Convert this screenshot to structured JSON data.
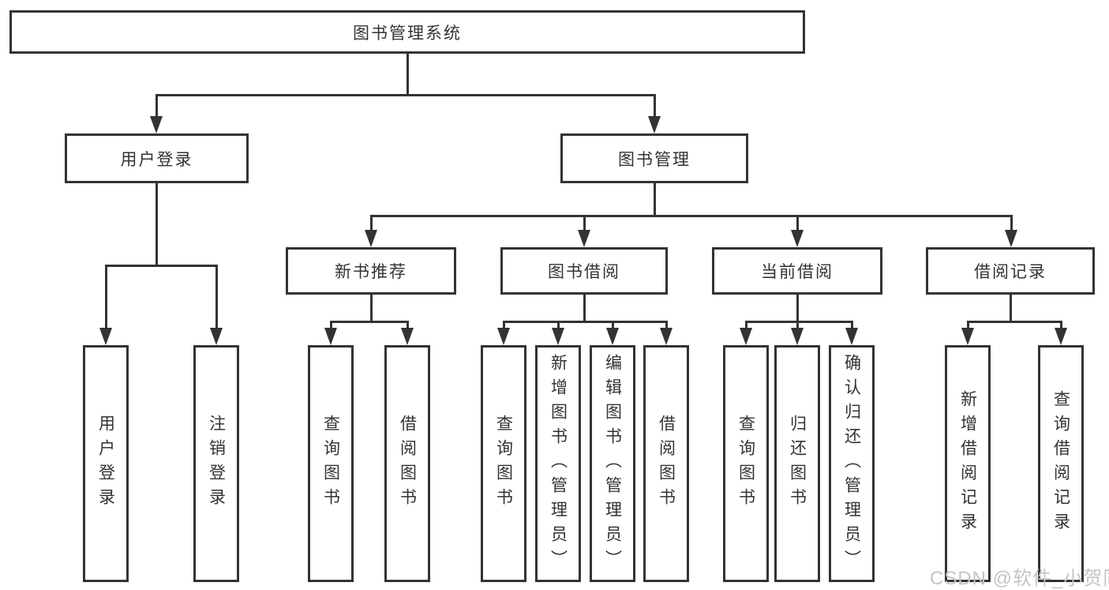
{
  "tree": {
    "root": {
      "label": "图书管理系统"
    },
    "branches": [
      {
        "label": "用户登录",
        "children": [
          {
            "label": "用户登录"
          },
          {
            "label": "注销登录"
          }
        ]
      },
      {
        "label": "图书管理",
        "children": [
          {
            "label": "新书推荐",
            "children": [
              {
                "label": "查询图书"
              },
              {
                "label": "借阅图书"
              }
            ]
          },
          {
            "label": "图书借阅",
            "children": [
              {
                "label": "查询图书"
              },
              {
                "label": "新增图书（管理员）"
              },
              {
                "label": "编辑图书（管理员）"
              },
              {
                "label": "借阅图书"
              }
            ]
          },
          {
            "label": "当前借阅",
            "children": [
              {
                "label": "查询图书"
              },
              {
                "label": "归还图书"
              },
              {
                "label": "确认归还（管理员）"
              }
            ]
          },
          {
            "label": "借阅记录",
            "children": [
              {
                "label": "新增借阅记录"
              },
              {
                "label": "查询借阅记录"
              }
            ]
          }
        ]
      }
    ]
  },
  "watermark": {
    "text": "CSDN @软件_小贺同学"
  },
  "colors": {
    "line": "#333333",
    "text": "#333333",
    "background": "#ffffff",
    "watermark": "#c4c4c4"
  }
}
